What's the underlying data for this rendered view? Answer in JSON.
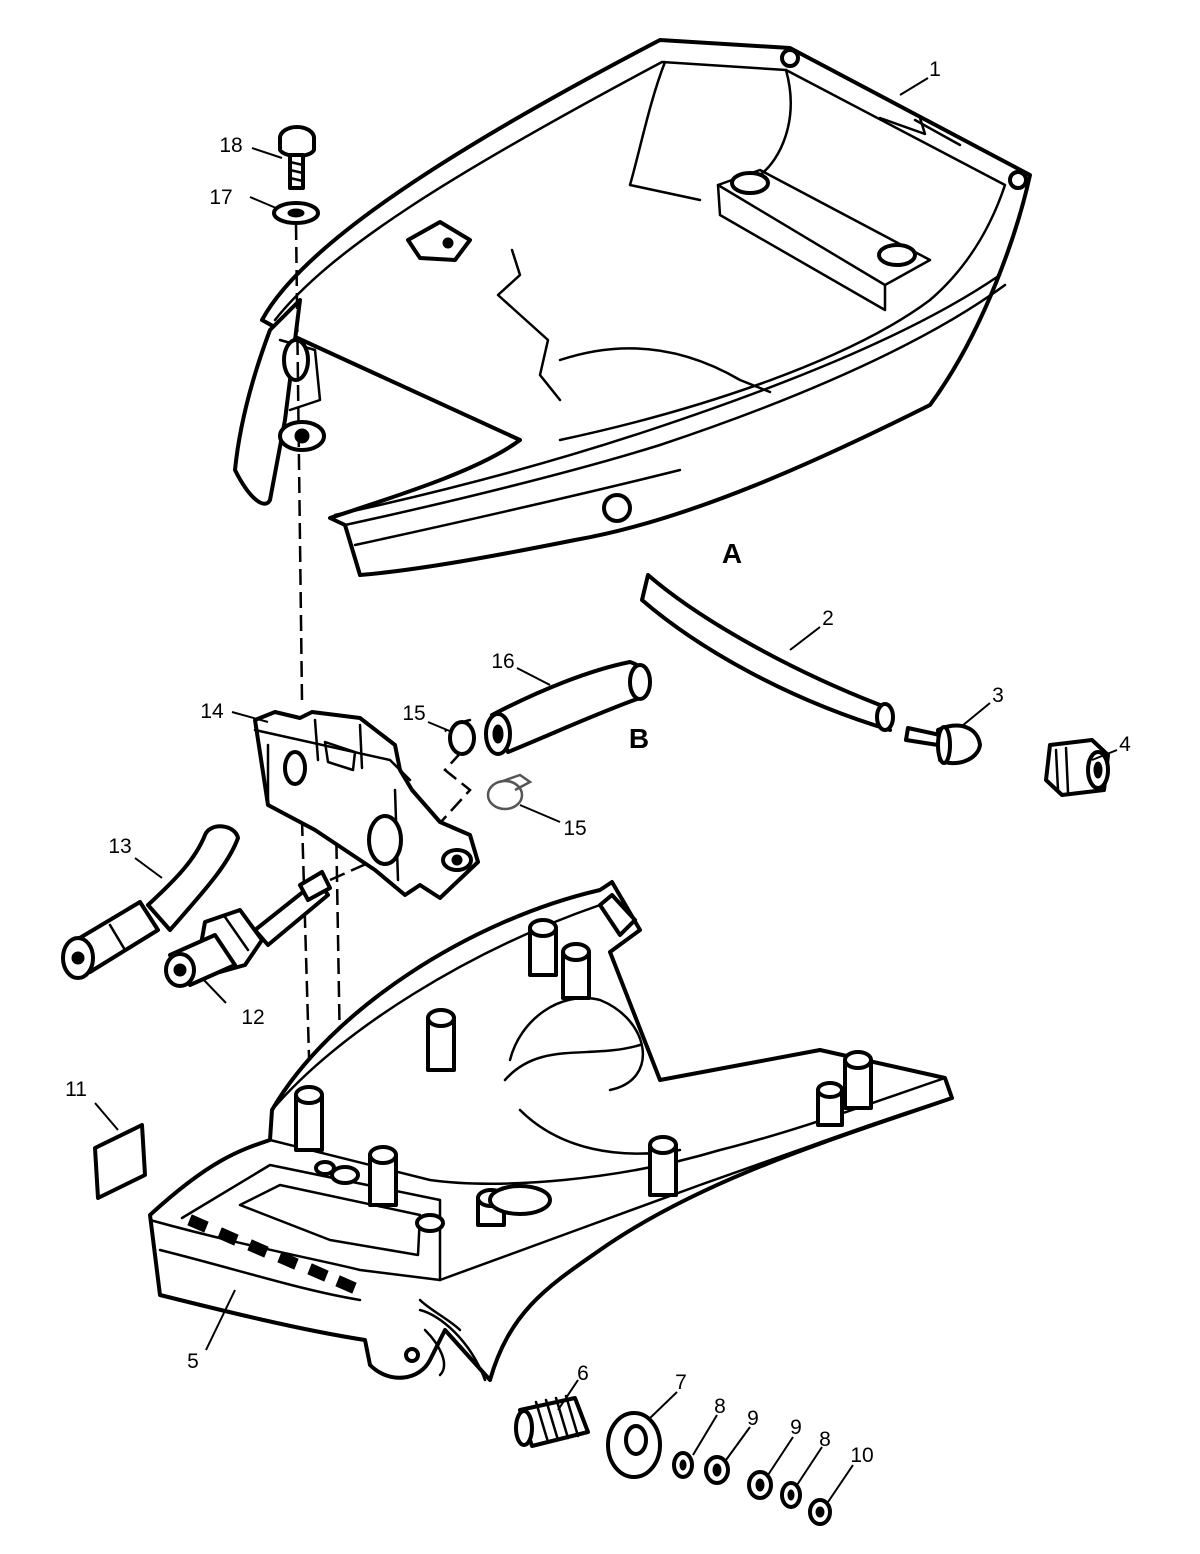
{
  "callouts": {
    "c1": "1",
    "c2": "2",
    "c3": "3",
    "c4": "4",
    "c5": "5",
    "c6": "6",
    "c7": "7",
    "c8a": "8",
    "c8b": "8",
    "c9a": "9",
    "c9b": "9",
    "c10": "10",
    "c11": "11",
    "c12": "12",
    "c13": "13",
    "c14": "14",
    "c15a": "15",
    "c15b": "15",
    "c16": "16",
    "c17": "17",
    "c18": "18"
  },
  "views": {
    "a": "A",
    "b": "B"
  }
}
